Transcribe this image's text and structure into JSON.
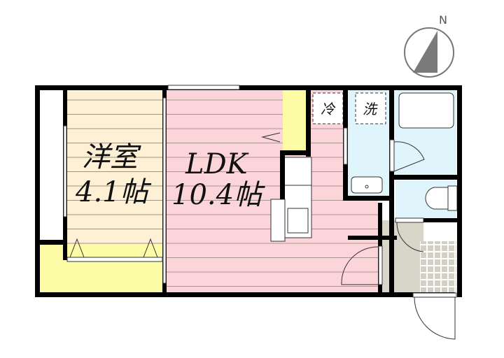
{
  "compass": {
    "label": "N"
  },
  "rooms": {
    "western": {
      "name": "洋室",
      "size": "4.1帖"
    },
    "ldk": {
      "name": "LDK",
      "size": "10.4帖"
    }
  },
  "fixtures": {
    "fridge": "冷",
    "washer": "洗"
  },
  "colors": {
    "western": "#fdf0d5",
    "ldk": "#fcd5da",
    "storage": "#fdfca6",
    "wet": "#e0f5fb",
    "entry": "#d8d6c8",
    "wall": "#000000"
  }
}
